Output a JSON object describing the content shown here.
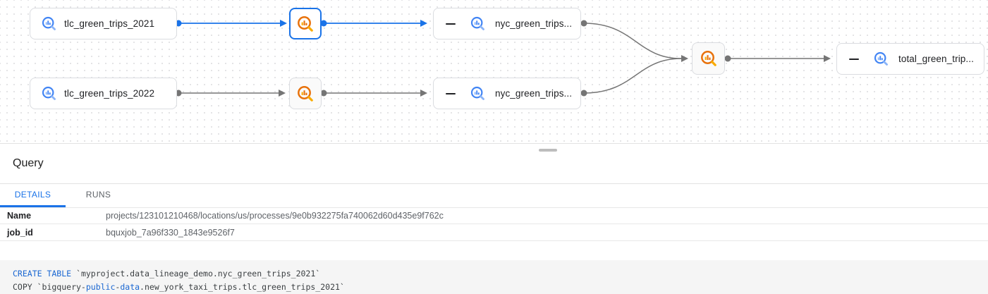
{
  "graph": {
    "nodes": {
      "tlc2021": {
        "label": "tlc_green_trips_2021"
      },
      "tlc2022": {
        "label": "tlc_green_trips_2022"
      },
      "nyc2021": {
        "label": "nyc_green_trips..."
      },
      "nyc2022": {
        "label": "nyc_green_trips..."
      },
      "total": {
        "label": "total_green_trip..."
      }
    },
    "colors": {
      "edge_selected": "#1a73e8",
      "edge_default": "#757575",
      "table_icon": "#4285f4",
      "job_icon": "#e8710a",
      "selected_node_border": "#1a73e8"
    }
  },
  "panel": {
    "title": "Query",
    "tabs": [
      {
        "label": "DETAILS"
      },
      {
        "label": "RUNS"
      }
    ],
    "details": [
      {
        "key": "Name",
        "value": "projects/123101210468/locations/us/processes/9e0b932275fa740062d60d435e9f762c"
      },
      {
        "key": "job_id",
        "value": "bquxjob_7a96f330_1843e9526f7"
      }
    ]
  },
  "code": {
    "line1": {
      "kw": "CREATE TABLE",
      "rest": " `myproject.data_lineage_demo.nyc_green_trips_2021`"
    },
    "line2": {
      "p1": "COPY `bigquery-",
      "p2": "public",
      "p3": "-",
      "p4": "data",
      "p5": ".new_york_taxi_trips.tlc_green_trips_2021`"
    }
  }
}
